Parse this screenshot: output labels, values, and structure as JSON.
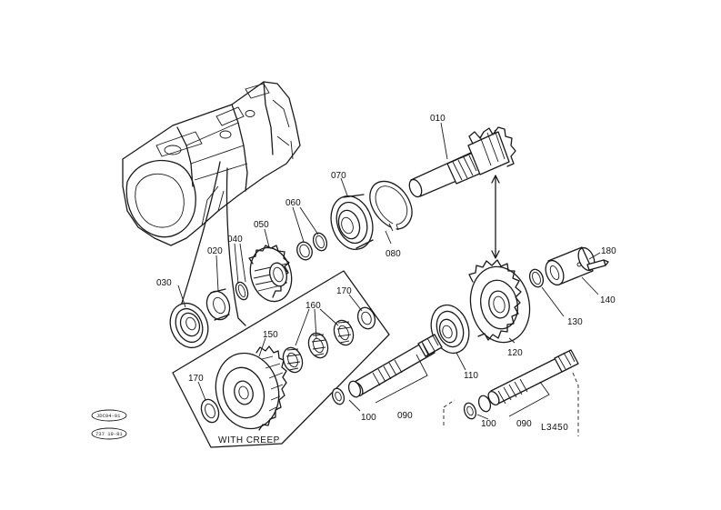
{
  "labels": {
    "p010": "010",
    "p020": "020",
    "p030": "030",
    "p040": "040",
    "p050": "050",
    "p060": "060",
    "p070": "070",
    "p080": "080",
    "p090a": "090",
    "p090b": "090",
    "p100a": "100",
    "p100b": "100",
    "p110": "110",
    "p120": "120",
    "p130": "130",
    "p140": "140",
    "p150": "150",
    "p160": "160",
    "p170a": "170",
    "p170b": "170",
    "p180": "180"
  },
  "with_creep": "WITH CREEP",
  "ref_code": "L3450",
  "stamps": {
    "top": "JDC94-01",
    "bottom": "737 19-81"
  }
}
